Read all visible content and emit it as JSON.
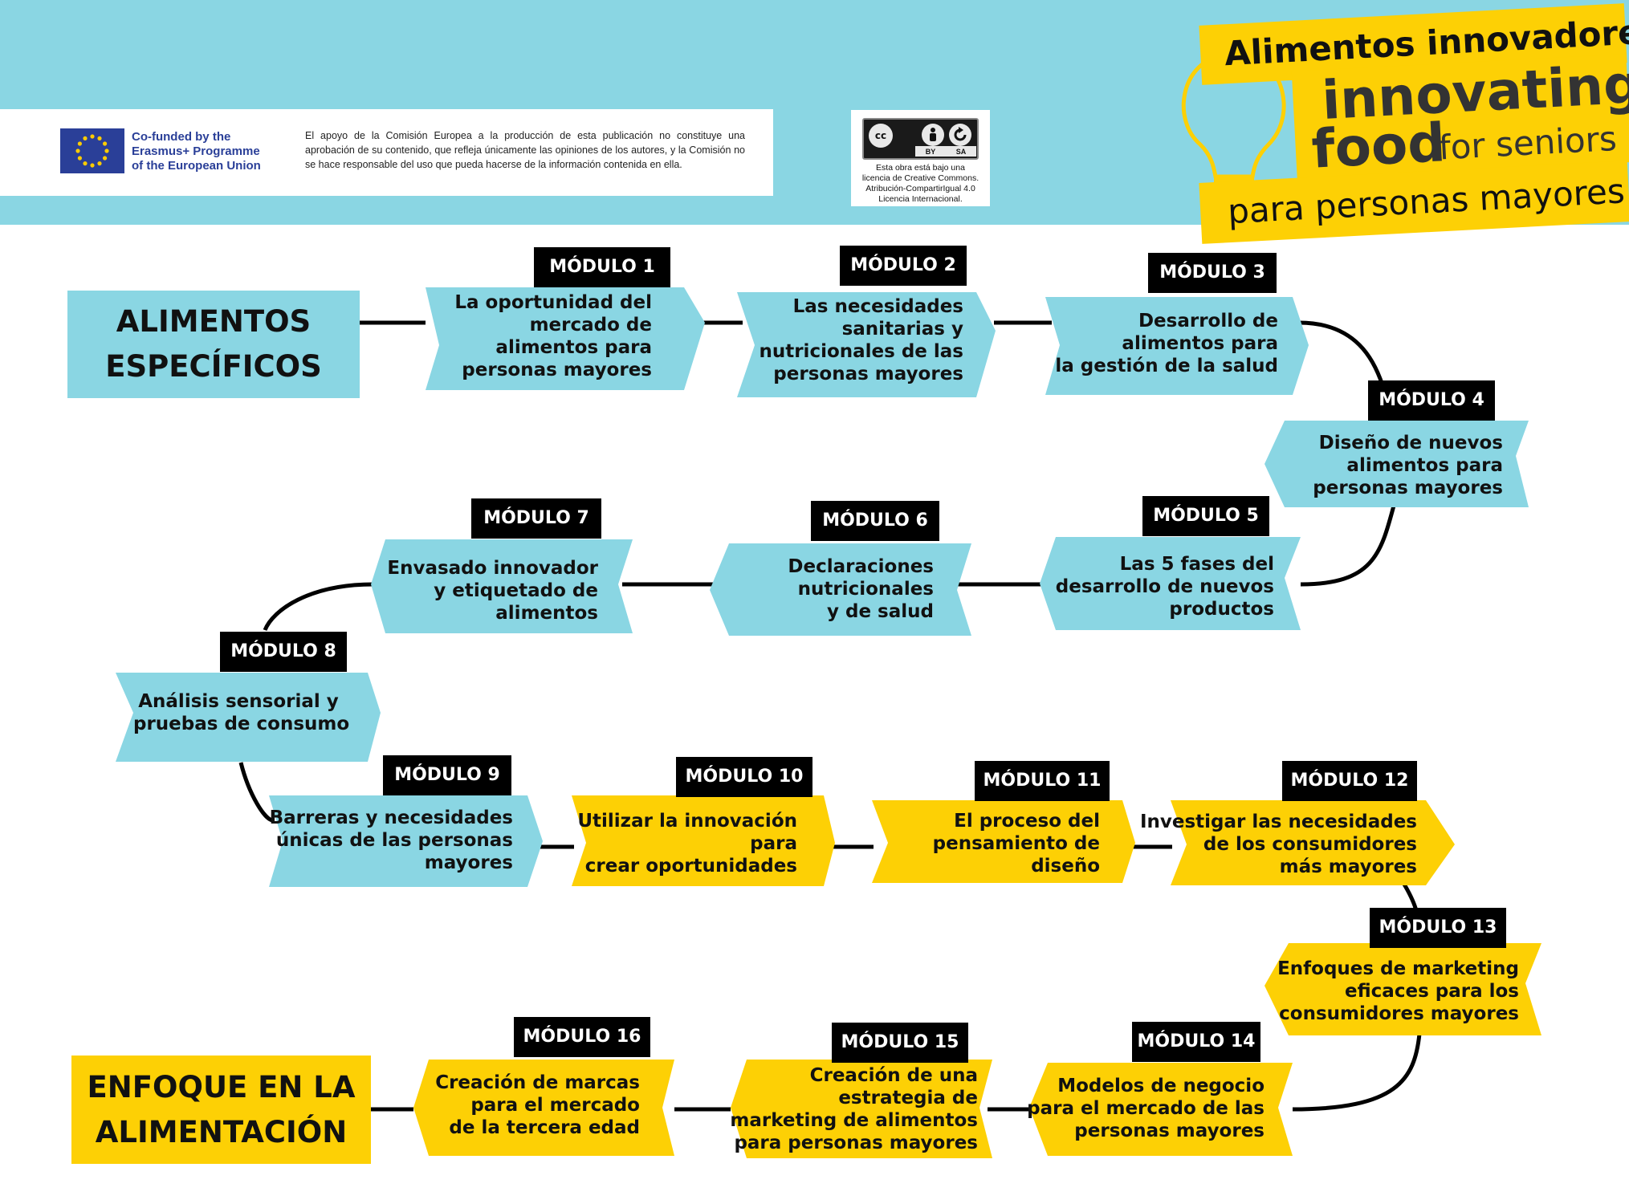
{
  "colors": {
    "blue": "#8ad6e3",
    "yellow": "#fdd005",
    "label_bg": "#000000",
    "line": "#000000"
  },
  "header": {
    "eu_lines": [
      "Co-funded by the",
      "Erasmus+ Programme",
      "of the European Union"
    ],
    "disclaimer": "El apoyo de la Comisión Europea a la producción de esta publicación no constituye una aprobación de su contenido, que refleja únicamente las opiniones de los autores, y la Comisión no se hace responsable del uso que pueda hacerse de la información contenida en ella.",
    "license": {
      "badge": {
        "cc": "cc",
        "tag_by": "BY",
        "tag_sa": "SA"
      },
      "lines": [
        "Esta obra está bajo una",
        "licencia de Creative Commons.",
        "Atribución-CompartirIgual 4.0",
        "Licencia Internacional."
      ]
    },
    "title": {
      "top": "Alimentos innovadores",
      "mid_1": "innovating",
      "mid_2": "food",
      "mid_3": "for seniors",
      "bottom": "para personas mayores"
    }
  },
  "start": {
    "lines": [
      "ALIMENTOS",
      "ESPECÍFICOS"
    ]
  },
  "end": {
    "lines": [
      "ENFOQUE EN LA",
      "ALIMENTACIÓN"
    ]
  },
  "modules": [
    {
      "label": "MÓDULO 1",
      "lines": [
        "La oportunidad del",
        "mercado de",
        "alimentos para",
        "personas mayores"
      ]
    },
    {
      "label": "MÓDULO 2",
      "lines": [
        "Las necesidades",
        "sanitarias y",
        "nutricionales de las",
        "personas mayores"
      ]
    },
    {
      "label": "MÓDULO 3",
      "lines": [
        "Desarrollo de",
        "alimentos para",
        "la gestión de la salud"
      ]
    },
    {
      "label": "MÓDULO 4",
      "lines": [
        "Diseño de nuevos",
        "alimentos para",
        "personas mayores"
      ]
    },
    {
      "label": "MÓDULO 5",
      "lines": [
        "Las 5 fases del",
        "desarrollo de nuevos",
        "productos"
      ]
    },
    {
      "label": "MÓDULO 6",
      "lines": [
        "Declaraciones",
        "nutricionales",
        "y de salud"
      ]
    },
    {
      "label": "MÓDULO 7",
      "lines": [
        "Envasado innovador",
        "y etiquetado de",
        "alimentos"
      ]
    },
    {
      "label": "MÓDULO 8",
      "lines": [
        "Análisis sensorial y",
        "pruebas de consumo"
      ]
    },
    {
      "label": "MÓDULO  9",
      "lines": [
        "Barreras y necesidades",
        "únicas de las personas",
        "mayores"
      ]
    },
    {
      "label": "MÓDULO 10",
      "lines": [
        "Utilizar la innovación",
        "para",
        "crear oportunidades"
      ]
    },
    {
      "label": "MÓDULO 11",
      "lines": [
        "El proceso del",
        "pensamiento de",
        "diseño"
      ]
    },
    {
      "label": "MÓDULO 12",
      "lines": [
        "Investigar las necesidades",
        "de los consumidores",
        "más mayores"
      ]
    },
    {
      "label": "MÓDULO 13",
      "lines": [
        "Enfoques de marketing",
        "eficaces para los",
        "consumidores mayores"
      ]
    },
    {
      "label": "MÓDULO 14",
      "lines": [
        "Modelos de negocio",
        "para el mercado de las",
        "personas mayores"
      ]
    },
    {
      "label": "MÓDULO 15",
      "lines": [
        "Creación de una",
        "estrategia de",
        "marketing de alimentos",
        "para personas mayores"
      ]
    },
    {
      "label": "MÓDULO 16",
      "lines": [
        "Creación de marcas",
        "para el mercado",
        "de la tercera edad"
      ]
    }
  ]
}
